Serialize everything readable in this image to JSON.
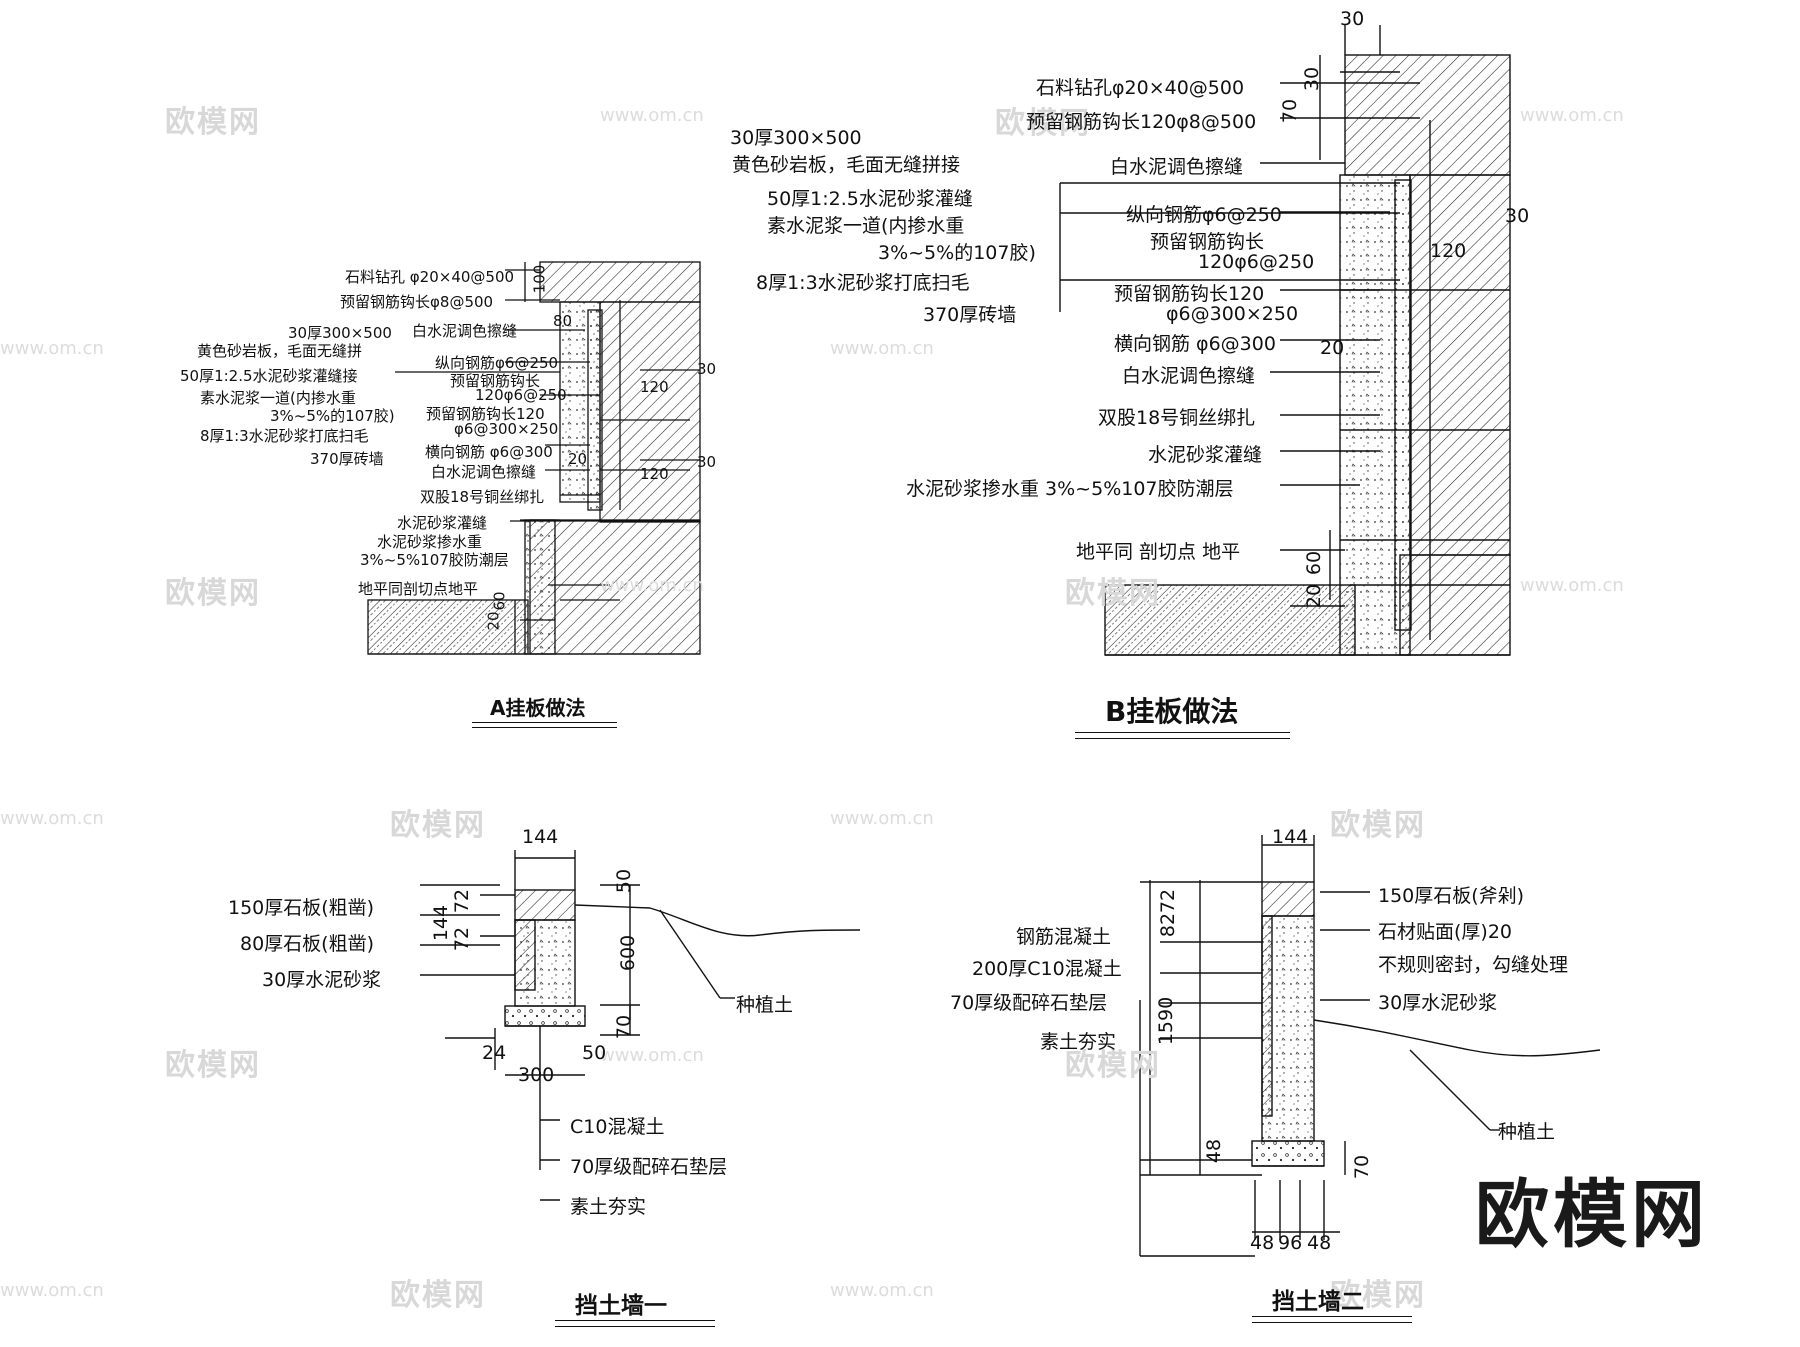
{
  "watermark": {
    "brand": "欧模网",
    "site": "www.om.cn"
  },
  "logo": "欧模网",
  "panelA": {
    "title": "A挂板做法",
    "labels": [
      "石料钻孔 φ20×40@500",
      "预留钢筋钩长φ8@500",
      "30厚300×500",
      "黄色砂岩板，毛面无缝拼",
      "50厚1:2.5水泥砂浆灌缝接",
      "素水泥浆一道(内掺水重",
      "3%~5%的107胶)",
      "8厚1:3水泥砂浆打底扫毛",
      "370厚砖墙",
      "白水泥调色擦缝",
      "纵向钢筋φ6@250",
      "预留钢筋钩长",
      "120φ6@250",
      "预留钢筋钩长120",
      "φ6@300×250",
      "横向钢筋 φ6@300",
      "白水泥调色擦缝",
      "双股18号铜丝绑扎",
      "水泥砂浆灌缝",
      "水泥砂浆掺水重",
      "3%~5%107胶防潮层",
      "地平同剖切点地平"
    ],
    "dims": [
      "100",
      "80",
      "30",
      "120",
      "20",
      "120",
      "30",
      "20",
      "60"
    ]
  },
  "panelB": {
    "title": "B挂板做法",
    "labels": [
      "石料钻孔φ20×40@500",
      "预留钢筋钩长120φ8@500",
      "30厚300×500",
      "黄色砂岩板，毛面无缝拼接",
      "白水泥调色擦缝",
      "50厚1:2.5水泥砂浆灌缝",
      "素水泥浆一道(内掺水重",
      "3%~5%的107胶)",
      "8厚1:3水泥砂浆打底扫毛",
      "370厚砖墙",
      "纵向钢筋φ6@250",
      "预留钢筋钩长",
      "120φ6@250",
      "预留钢筋钩长120",
      "φ6@300×250",
      "横向钢筋 φ6@300",
      "白水泥调色擦缝",
      "双股18号铜丝绑扎",
      "水泥砂浆灌缝",
      "水泥砂浆掺水重 3%~5%107胶防潮层",
      "地平同 剖切点 地平"
    ],
    "dims": [
      "30",
      "70",
      "30",
      "30",
      "120",
      "20",
      "20",
      "60"
    ]
  },
  "wall1": {
    "title": "挡土墙一",
    "labels": [
      "150厚石板(粗凿)",
      "80厚石板(粗凿)",
      "30厚水泥砂浆",
      "种植土",
      "C10混凝土",
      "70厚级配碎石垫层",
      "素土夯实"
    ],
    "dims": [
      "144",
      "144",
      "72",
      "72",
      "50",
      "600",
      "70",
      "24",
      "50",
      "300"
    ]
  },
  "wall2": {
    "title": "挡土墙二",
    "labels": [
      "钢筋混凝土",
      "200厚C10混凝土",
      "70厚级配碎石垫层",
      "素土夯实",
      "150厚石板(斧剁)",
      "石材贴面(厚)20",
      "不规则密封，勾缝处理",
      "30厚水泥砂浆",
      "种植土"
    ],
    "dims": [
      "144",
      "82",
      "72",
      "1590",
      "48",
      "70",
      "48",
      "96",
      "48"
    ]
  }
}
